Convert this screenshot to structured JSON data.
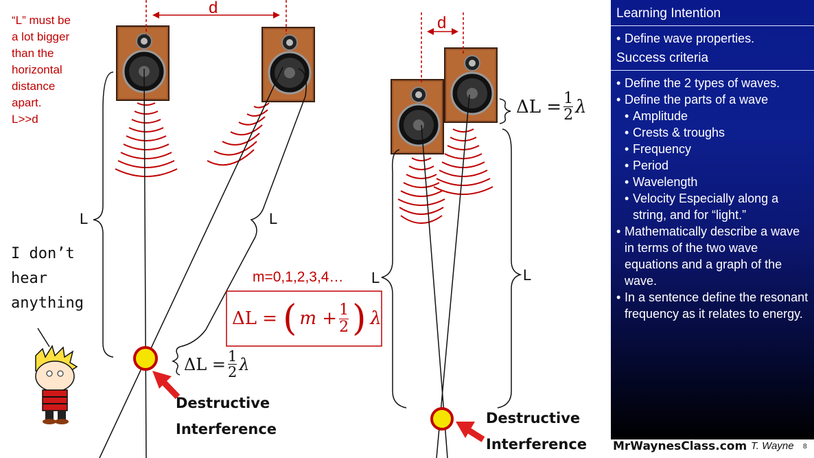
{
  "left_diagram": {
    "note": [
      "“L” must be",
      "a lot bigger",
      "than the",
      "horizontal",
      "distance",
      "apart.",
      "L>>d"
    ],
    "d_label": "d",
    "L_left": "L",
    "L_right": "L",
    "speech": [
      "I don’t",
      "hear",
      "anything"
    ],
    "delta_L": "ΔL =",
    "frac_num": "1",
    "frac_den": "2",
    "lambda": "λ",
    "interference": [
      "Destructive",
      "Interference"
    ]
  },
  "formula": {
    "m_values": "m=0,1,2,3,4…",
    "lhs": "ΔL =",
    "m": "m +",
    "num": "1",
    "den": "2",
    "lambda": "λ"
  },
  "right_diagram": {
    "d_label": "d",
    "delta_L": "ΔL =",
    "frac_num": "1",
    "frac_den": "2",
    "lambda": "λ",
    "L_left": "L",
    "L_right": "L",
    "interference": [
      "Destructive",
      "Interference"
    ]
  },
  "panel": {
    "learning_intention_title": "Learning Intention",
    "learning_items": [
      "Define wave properties."
    ],
    "success_criteria_title": "Success criteria",
    "items": [
      {
        "text": "Define the 2 types of waves.",
        "sub": false
      },
      {
        "text": "Define the parts of a wave",
        "sub": false
      },
      {
        "text": "Amplitude",
        "sub": true
      },
      {
        "text": "Crests & troughs",
        "sub": true
      },
      {
        "text": "Frequency",
        "sub": true
      },
      {
        "text": "Period",
        "sub": true
      },
      {
        "text": "Wavelength",
        "sub": true
      },
      {
        "text": "Velocity Especially along a string, and for “light.”",
        "sub": true
      },
      {
        "text": "Mathematically describe a wave in terms of the two wave equations and a graph of the wave.",
        "sub": false
      },
      {
        "text": "In a sentence define the resonant frequency as it relates to energy.",
        "sub": false
      }
    ]
  },
  "footer": {
    "site": "MrWaynesClass.com",
    "author": "T. Wayne",
    "page": "8"
  },
  "colors": {
    "accent_red": "#c00000",
    "panel_blue": "#0a1a8c",
    "speaker_wood": "#a0582a",
    "marker_yellow": "#f5e400"
  }
}
